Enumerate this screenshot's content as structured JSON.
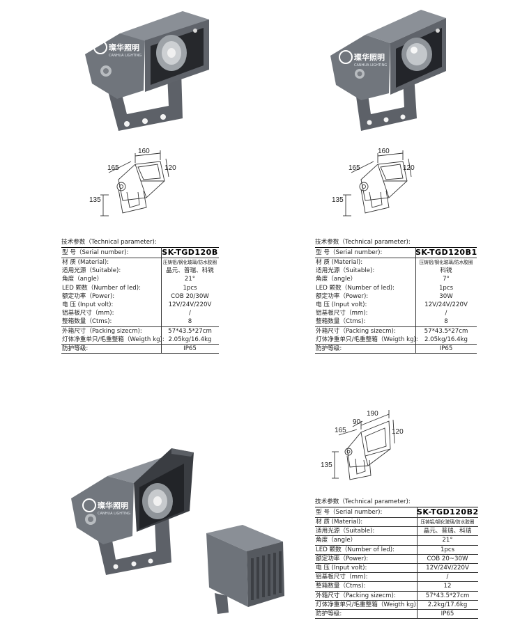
{
  "brand": {
    "name": "璨华照明",
    "subtitle": "CANHUA LIGHTING"
  },
  "drawing_top_left": {
    "dims": [
      "160",
      "165",
      "120",
      "135"
    ]
  },
  "drawing_top_right": {
    "dims": [
      "160",
      "165",
      "120",
      "135"
    ]
  },
  "drawing_bottom": {
    "dims": [
      "190",
      "90",
      "165",
      "120",
      "135"
    ]
  },
  "spec_labels": {
    "heading": "技术参数（Technical parameter):",
    "serial": "型      号（Serial number):",
    "material": "材      质 (Material):",
    "suitable": "适用光源（Suitable):",
    "angle": "角度（angle）",
    "led": "LED 颗数（Number of led):",
    "power": "额定功率（Power):",
    "voltage": "电      压 (Input volt):",
    "board": "铝基板尺寸（mm):",
    "ctns": "整箱数量（Ctms):",
    "packing": "外箱尺寸（Packing sizecm):",
    "weight": "灯体净重单只/毛重整箱（Weigth kg):",
    "ip": "防护等级:"
  },
  "specs": [
    {
      "serial": "SK-TGD120B",
      "material": "压铸铝/钢化玻璃/防水胶圈",
      "suitable": "晶元、普瑞、科锐",
      "angle": "21°",
      "led": "1pcs",
      "power": "COB 20/30W",
      "voltage": "12V/24V/220V",
      "board": "/",
      "ctns": "8",
      "packing": "57*43.5*27cm",
      "weight": "2.05kg/16.4kg",
      "ip": "IP65"
    },
    {
      "serial": "SK-TGD120B1",
      "material": "压铸铝/钢化玻璃/防水胶圈",
      "suitable": "科锐",
      "angle": "7°",
      "led": "1pcs",
      "power": "30W",
      "voltage": "12V/24V/220V",
      "board": "/",
      "ctns": "8",
      "packing": "57*43.5*27cm",
      "weight": "2.05kg/16.4kg",
      "ip": "IP65"
    },
    {
      "serial": "SK-TGD120B2",
      "material": "压铸铝/钢化玻璃/防水胶圈",
      "suitable": "晶元、普瑞、科瑞",
      "angle": "21°",
      "led": "1pcs",
      "power": "COB 20~30W",
      "voltage": "12V/24V/220V",
      "board": "/",
      "ctns": "12",
      "packing": "57*43.5*27cm",
      "weight": "2.2kg/17.6kg",
      "ip": "IP65"
    }
  ]
}
